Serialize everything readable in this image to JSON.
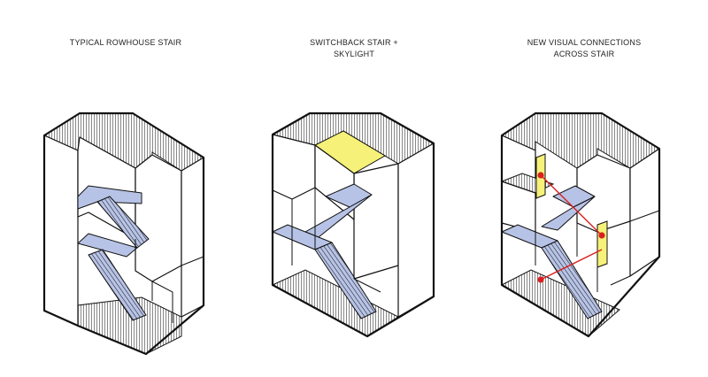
{
  "diagrams": [
    {
      "caption": [
        "TYPICAL ROWHOUSE STAIR"
      ]
    },
    {
      "caption": [
        "SWITCHBACK STAIR +",
        "SKYLIGHT"
      ]
    },
    {
      "caption": [
        "NEW VISUAL CONNECTIONS",
        "ACROSS STAIR"
      ]
    }
  ],
  "colors": {
    "stair": "#b7c3e6",
    "skylight": "#f6f178",
    "connection": "#d92020",
    "line": "#111111"
  }
}
